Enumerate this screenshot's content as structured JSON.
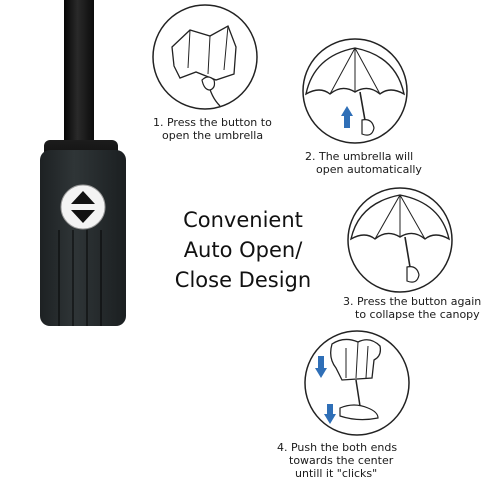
{
  "headline": [
    "Convenient",
    "Auto Open/",
    "Close Design"
  ],
  "steps": [
    {
      "lines": [
        "1. Press the button to",
        "open the umbrella"
      ]
    },
    {
      "lines": [
        "2. The umbrella will",
        "open automatically"
      ]
    },
    {
      "lines": [
        "3. Press the button again",
        "to collapse the canopy"
      ]
    },
    {
      "lines": [
        "4. Push the both ends",
        "towards the center",
        "untill it \"clicks\""
      ]
    }
  ],
  "colors": {
    "accent_arrow": "#2f6fb7",
    "handle": "#2a2f31"
  }
}
